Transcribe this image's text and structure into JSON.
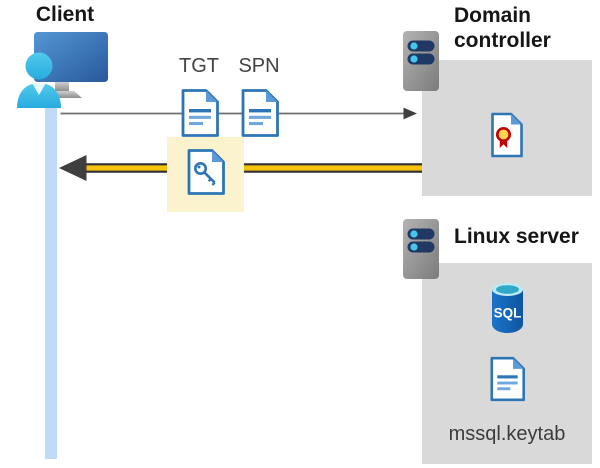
{
  "client": {
    "label": "Client"
  },
  "tickets": {
    "tgt": "TGT",
    "spn": "SPN"
  },
  "domain_controller": {
    "label": "Domain controller"
  },
  "linux_server": {
    "label": "Linux server",
    "sql_badge": "SQL",
    "keytab": "mssql.keytab"
  },
  "icons": {
    "client": "user-at-computer-icon",
    "domain_controller_server": "server-icon",
    "linux_server": "server-icon",
    "tgt_ticket": "document-icon",
    "spn_ticket": "document-icon",
    "key_ticket": "key-document-icon",
    "certificate": "certificate-icon",
    "sql_database": "sql-database-icon",
    "keytab_file": "document-icon"
  },
  "arrows": {
    "request": "gray-right-arrow",
    "response": "yellow-left-arrow"
  },
  "colors": {
    "accent_yellow": "#F6C30D",
    "highlight_fill": "#FAF3CE",
    "document_blue": "#2E75B6",
    "document_blue_light": "#5B9BD5",
    "panel_gray": "#D9D9D9",
    "server_slot_navy": "#1F3864",
    "server_dot_cyan": "#45C6EE",
    "client_cyan": "#3EC1E9",
    "monitor_blue": "#3A78C2",
    "sql_blue": "#1366C0",
    "cert_red": "#C00000",
    "cert_gold": "#FFD44F",
    "lifeline_blue": "#BFD9F6",
    "arrow_gray": "#6E6E6E"
  }
}
